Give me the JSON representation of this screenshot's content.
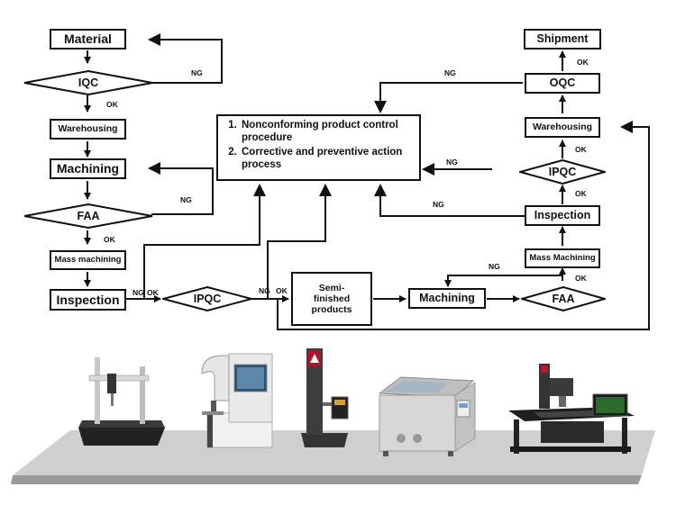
{
  "left_flow": {
    "material": "Material",
    "iqc": "IQC",
    "warehousing": "Warehousing",
    "machining": "Machining",
    "faa": "FAA",
    "mass_machining": "Mass machining",
    "inspection": "Inspection"
  },
  "middle_flow": {
    "ipqc": "IPQC",
    "semi_finished": "Semi-finished products",
    "machining": "Machining",
    "faa": "FAA"
  },
  "right_flow": {
    "shipment": "Shipment",
    "oqc": "OQC",
    "warehousing": "Warehousing",
    "ipqc": "IPQC",
    "inspection": "Inspection",
    "mass_machining": "Mass Machining"
  },
  "procedure_box": {
    "items": [
      "Nonconforming product control procedure",
      "Corrective and preventive action process"
    ]
  },
  "labels": {
    "ok": "OK",
    "ng": "NG"
  },
  "equipment": [
    {
      "icon": "coordinate-measuring-machine-icon"
    },
    {
      "icon": "hardness-tester-icon"
    },
    {
      "icon": "height-gauge-icon"
    },
    {
      "icon": "salt-spray-chamber-icon"
    },
    {
      "icon": "vision-measuring-machine-icon"
    }
  ],
  "colors": {
    "line": "#111111",
    "platform_top": "#cfcfcf",
    "platform_edge": "#9a9a9a"
  }
}
